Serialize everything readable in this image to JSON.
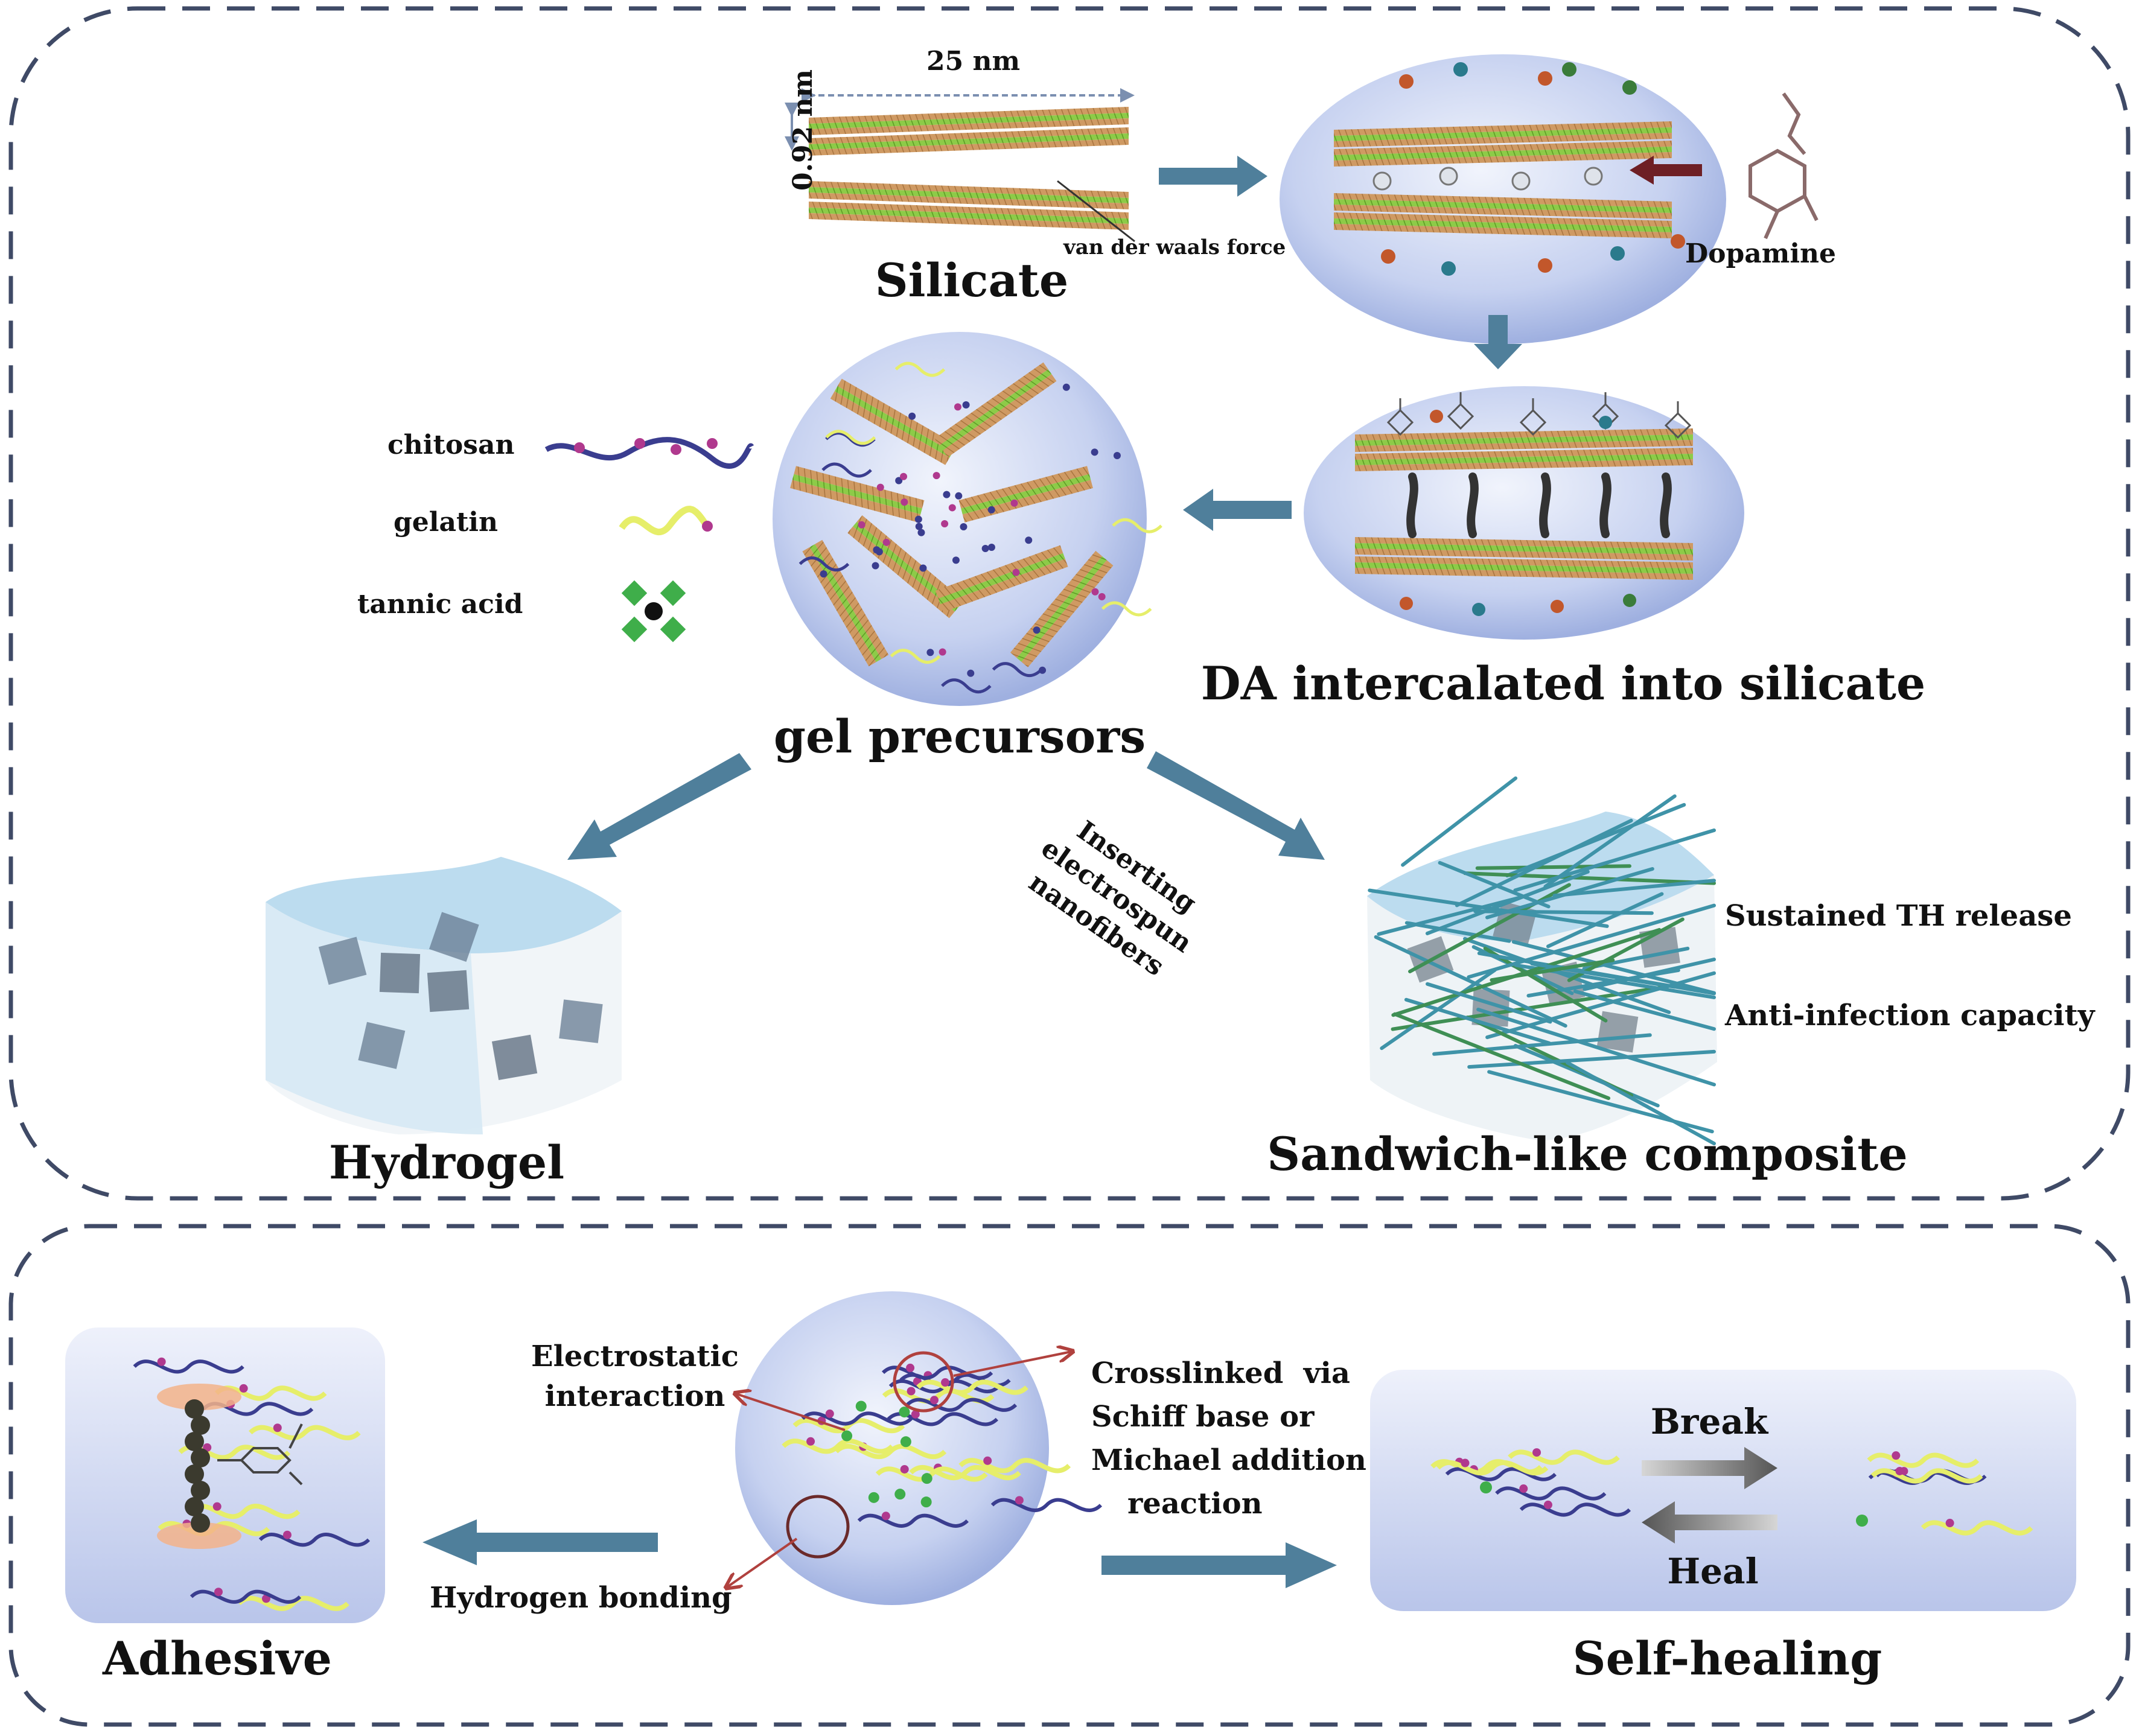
{
  "dimensions": {
    "width_label": "25 nm",
    "height_label": "0.92 nm"
  },
  "top": {
    "silicate": {
      "label": "Silicate",
      "force_label": "van der waals force"
    },
    "dopamine_label": "Dopamine",
    "da_label": "DA intercalated into silicate",
    "gel_label": "gel precursors",
    "legend": {
      "chitosan": "chitosan",
      "gelatin": "gelatin",
      "tannic_acid": "tannic acid"
    },
    "hydrogel_label": "Hydrogel",
    "inserting_lines": [
      "Inserting",
      "electrospun",
      "nanofibers"
    ],
    "sandwich_label": "Sandwich-like composite",
    "properties": [
      "Sustained TH release",
      "Anti-infection capacity"
    ]
  },
  "bottom": {
    "electrostatic_lines": [
      "Electrostatic",
      "interaction"
    ],
    "hydrogen_label": "Hydrogen bonding",
    "crosslink_lines": [
      "Crosslinked  via",
      "Schiff base or",
      "Michael addition",
      "reaction"
    ],
    "adhesive_label": "Adhesive",
    "selfheal_label": "Self-healing",
    "break_label": "Break",
    "heal_label": "Heal"
  },
  "colors": {
    "dash_border": "#3f4a66",
    "flow_arrow": "#4f7f9b",
    "silicate_tan": "#c9955f",
    "silicate_green": "#7fbf3f",
    "chitosan": "#3a3d8f",
    "chitosan_dot": "#b0398e",
    "gelatin": "#e6ee6a",
    "tannic_green": "#3fae4a",
    "sphere_light": "#dfe6f7",
    "sphere_dark": "#a6b6e3",
    "gel_block": "#9fc7e0",
    "fiber": "#3f93a8",
    "red_arrow": "#b0413e"
  }
}
